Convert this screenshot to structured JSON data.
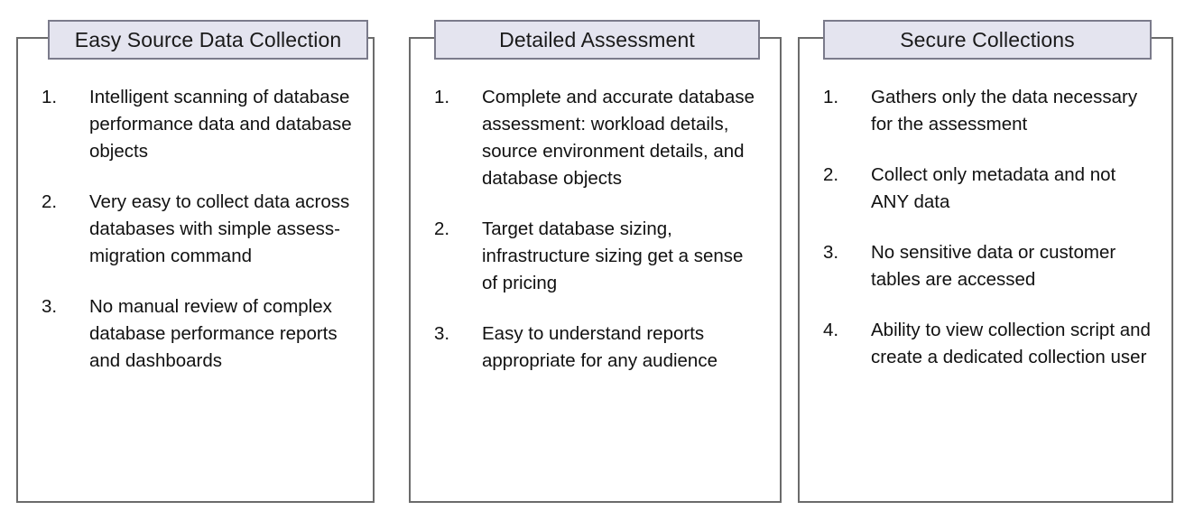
{
  "theme": {
    "background": "#ffffff",
    "panel_border": "#6b6b6b",
    "header_fill": "#e4e4ef",
    "header_border": "#7b7b8b",
    "text_color": "#111111"
  },
  "panels": [
    {
      "title": "Easy Source Data Collection",
      "items": [
        {
          "number": "1.",
          "text": "Intelligent scanning of database performance data and database objects"
        },
        {
          "number": "2.",
          "text": "Very easy to collect data across databases with simple assess-migration command"
        },
        {
          "number": "3.",
          "text": "No manual review of complex database performance reports and dashboards"
        }
      ]
    },
    {
      "title": "Detailed Assessment",
      "items": [
        {
          "number": "1.",
          "text": "Complete and accurate database assessment: workload details, source environment details, and database objects"
        },
        {
          "number": "2.",
          "text": "Target database sizing, infrastructure sizing get a sense of pricing"
        },
        {
          "number": "3.",
          "text": "Easy to understand reports appropriate for any audience"
        }
      ]
    },
    {
      "title": "Secure Collections",
      "items": [
        {
          "number": "1.",
          "text": "Gathers only the data necessary for the assessment"
        },
        {
          "number": "2.",
          "text": "Collect only metadata and not ANY data"
        },
        {
          "number": "3.",
          "text": "No sensitive data or customer tables are accessed"
        },
        {
          "number": "4.",
          "text": "Ability to view collection script and create a dedicated collection user"
        }
      ]
    }
  ]
}
